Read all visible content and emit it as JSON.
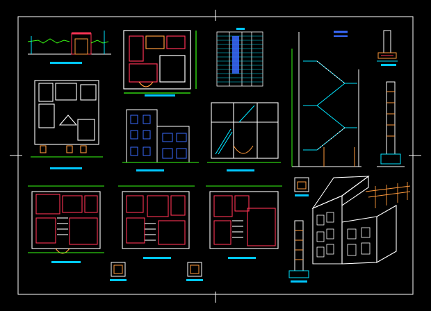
{
  "sheet": {
    "background": "#000000",
    "frame_color": "#ffffff",
    "colors": {
      "wall": "#ff3355",
      "wall_orange": "#ff9a3c",
      "line_cyan": "#00e5ff",
      "line_white": "#ffffff",
      "dim_green": "#39ff14",
      "blue": "#3a6bff",
      "yellow": "#ffff55",
      "magenta": "#ff33ff",
      "caption": "#00c8ff"
    }
  },
  "drawings": [
    {
      "id": "site-elevation",
      "kind": "elevation"
    },
    {
      "id": "plan-top-1",
      "kind": "floor-plan"
    },
    {
      "id": "schedule-table",
      "kind": "table"
    },
    {
      "id": "stair-section",
      "kind": "section"
    },
    {
      "id": "column-detail-top",
      "kind": "detail"
    },
    {
      "id": "roof-plan",
      "kind": "plan"
    },
    {
      "id": "front-elevation",
      "kind": "elevation"
    },
    {
      "id": "plan-top-2",
      "kind": "floor-plan"
    },
    {
      "id": "tall-column-detail",
      "kind": "detail"
    },
    {
      "id": "ground-floor-plan",
      "kind": "floor-plan"
    },
    {
      "id": "second-floor-plan",
      "kind": "floor-plan"
    },
    {
      "id": "third-floor-plan",
      "kind": "floor-plan"
    },
    {
      "id": "small-detail-a",
      "kind": "detail"
    },
    {
      "id": "axonometric-view",
      "kind": "3d"
    },
    {
      "id": "column-detail-bottom",
      "kind": "detail"
    },
    {
      "id": "small-detail-b",
      "kind": "detail"
    },
    {
      "id": "small-detail-c",
      "kind": "detail"
    }
  ]
}
